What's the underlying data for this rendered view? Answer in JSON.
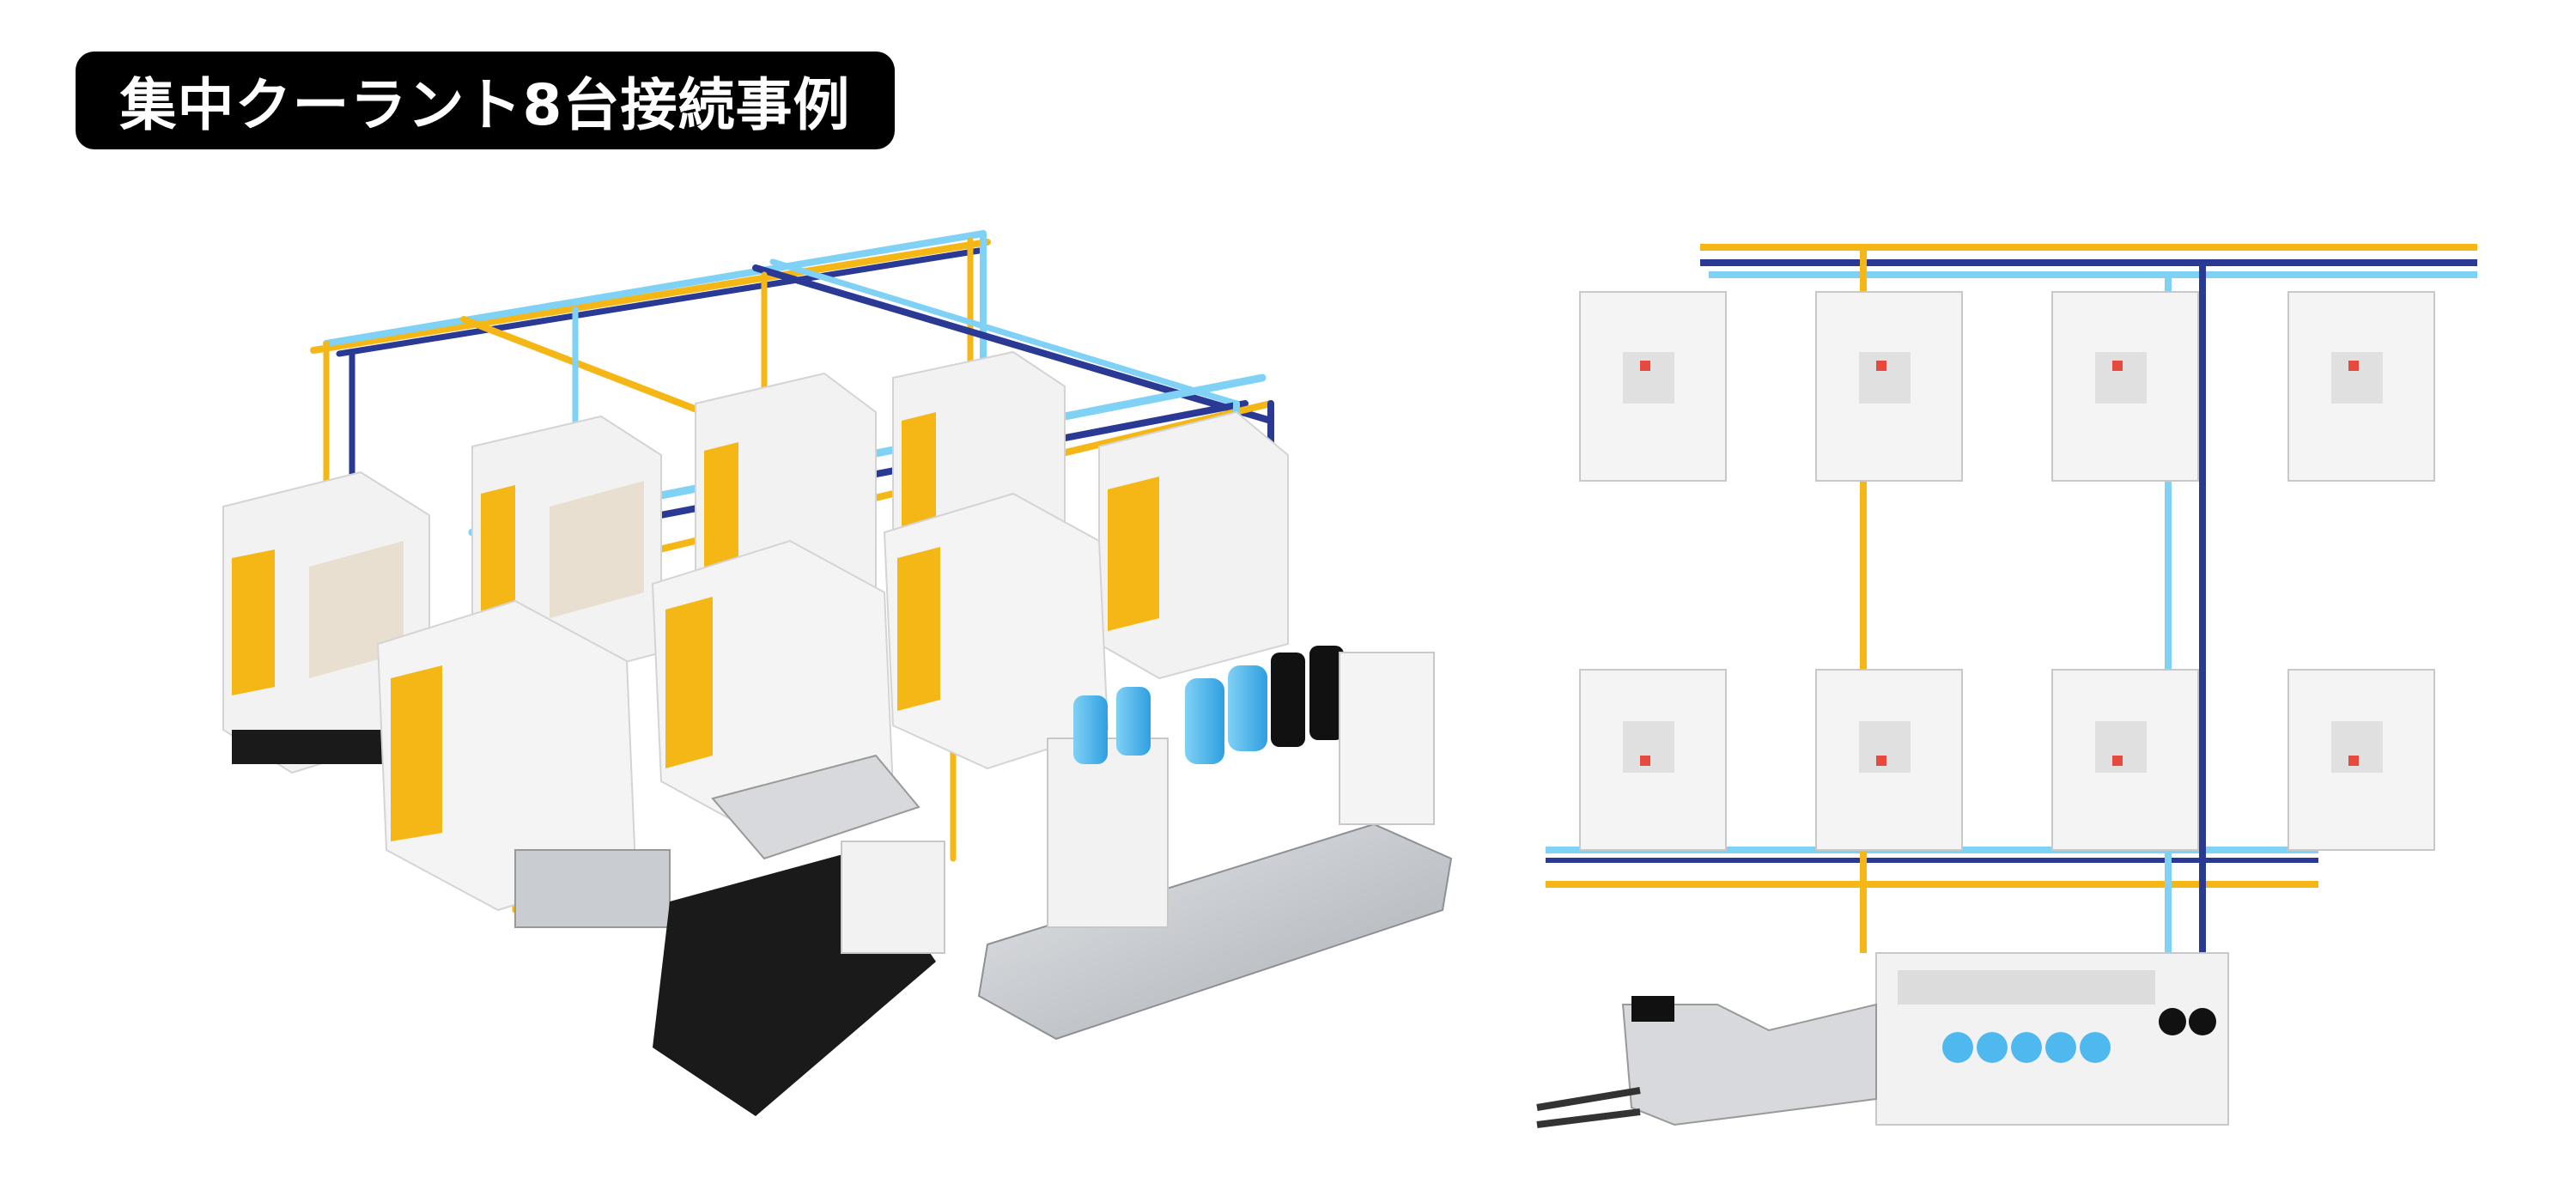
{
  "title": "集中クーラント8台接続事例",
  "colors": {
    "badge_bg": "#000000",
    "badge_text": "#ffffff",
    "pipe_yellow": "#f5b716",
    "pipe_light_blue": "#7fd1f5",
    "pipe_navy": "#2a3a94",
    "machine_body": "#f4f4f4",
    "machine_door": "#f5b716",
    "machine_accent": "#e8493f",
    "filter_blue": "#4fb8ef",
    "chip_conveyor": "#111111",
    "base_plate": "#c8cbd0"
  },
  "views": {
    "isometric": {
      "label": "isometric-layout",
      "machine_count": 8
    },
    "top": {
      "label": "top-down-layout",
      "machine_count": 8
    }
  }
}
